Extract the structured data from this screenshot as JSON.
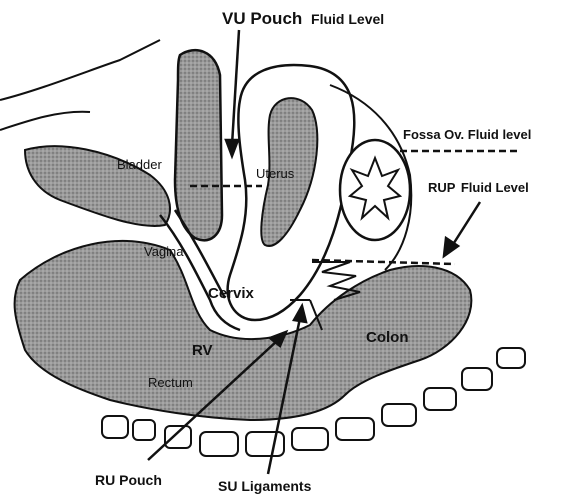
{
  "labels": {
    "vu_pouch_main": "VU Pouch",
    "vu_pouch_sub": "Fluid Level",
    "fossa": "Fossa Ov. Fluid level",
    "rup_main": "RUP",
    "rup_sub": "Fluid Level",
    "bladder": "Bladder",
    "uterus": "Uterus",
    "vagina": "Vagina",
    "cervix": "Cervix",
    "rv": "RV",
    "colon": "Colon",
    "rectum": "Rectum",
    "ru_pouch": "RU Pouch",
    "su_ligaments": "SU Ligaments"
  },
  "colors": {
    "ink": "#111111",
    "stipple": "#8a8a8a",
    "background": "#ffffff"
  }
}
